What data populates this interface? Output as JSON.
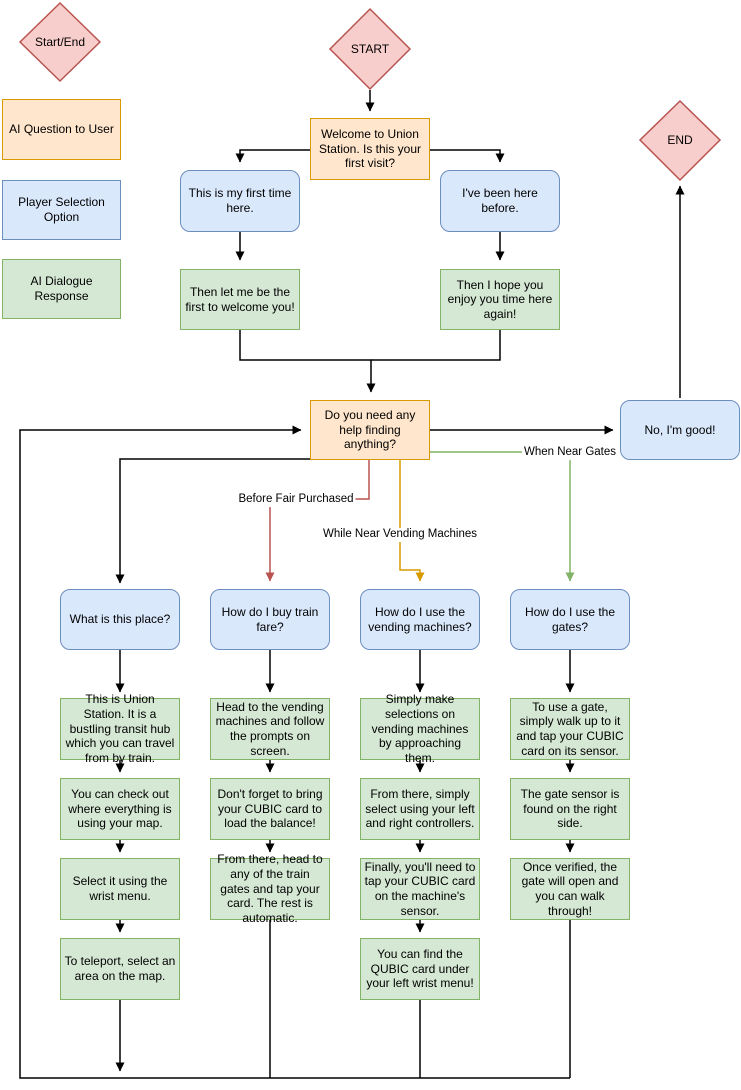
{
  "legend": {
    "start_end": "Start/End",
    "ai_question": "AI Question to User",
    "player_option": "Player Selection Option",
    "ai_response": "AI Dialogue Response"
  },
  "nodes": {
    "start": "START",
    "end": "END",
    "welcome": "Welcome to Union Station. Is this your first visit?",
    "first_time": "This is my first time here.",
    "been_before": "I've been here before.",
    "welcome_new": "Then let me be the first to welcome you!",
    "enjoy_again": "Then I hope you enjoy you time here again!",
    "need_help": "Do you need any help finding anything?",
    "no_good": "No, I'm good!",
    "q_place": "What is this place?",
    "q_fare": "How do I buy train fare?",
    "q_vending": "How do I use the vending machines?",
    "q_gates": "How do I use the gates?",
    "place_1": "This is Union Station. It is a bustling transit hub which you can travel from by train.",
    "place_2": "You can check out where everything is using your map.",
    "place_3": "Select it using the wrist menu.",
    "place_4": "To teleport, select an area on the map.",
    "fare_1": "Head to the vending machines and follow the prompts on screen.",
    "fare_2": "Don't forget to bring your CUBIC card to load the balance!",
    "fare_3": "From there, head to any of the train gates and tap your card. The rest is automatic.",
    "vending_1": "Simply make selections on vending machines by approaching them.",
    "vending_2": "From there, simply select using your left and right controllers.",
    "vending_3": "Finally, you'll need to tap your CUBIC card on the machine's sensor.",
    "vending_4": "You can find the QUBIC card under your left wrist menu!",
    "gates_1": "To use a gate, simply walk up to it and tap your CUBIC card on its sensor.",
    "gates_2": "The gate sensor is found on the right side.",
    "gates_3": "Once verified, the gate will open and you can walk through!"
  },
  "edge_labels": {
    "before_fare": "Before Fair Purchased",
    "near_vending": "While Near Vending Machines",
    "near_gates": "When Near Gates"
  },
  "colors": {
    "question_fill": "#ffe6cc",
    "question_border": "#d79b00",
    "option_fill": "#dae8fc",
    "option_border": "#6c8ebf",
    "response_fill": "#d5e8d4",
    "response_border": "#82b366",
    "terminal_fill": "#f8cecc",
    "terminal_border": "#b85450",
    "edge_black": "#000000",
    "edge_red": "#b85450",
    "edge_orange": "#d79b00",
    "edge_green": "#82b366"
  }
}
